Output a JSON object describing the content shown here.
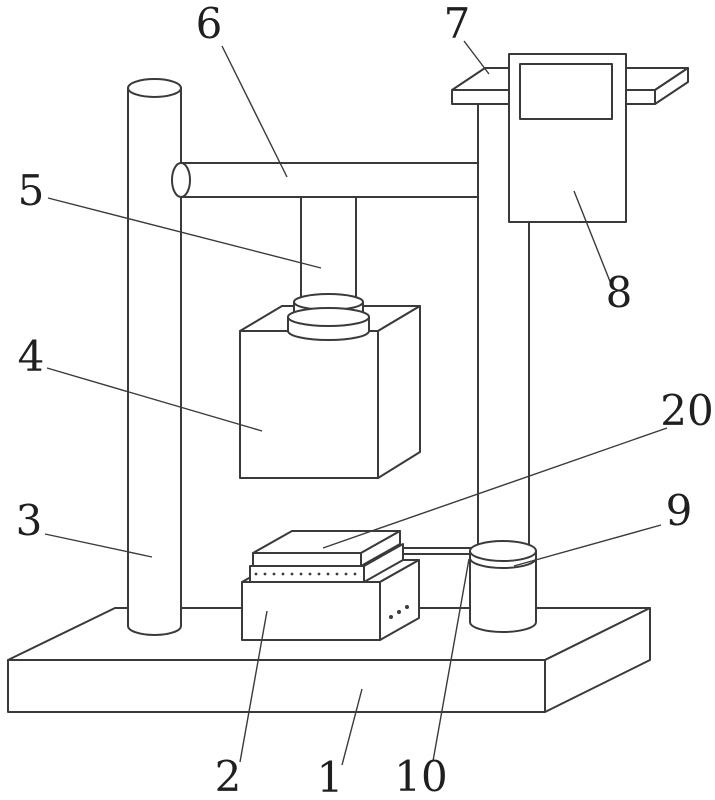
{
  "figure": {
    "type": "patent-line-drawing",
    "background": "#ffffff",
    "stroke_color": "#3a3a3a",
    "label_color": "#1f1f1f",
    "labels": {
      "l1": "1",
      "l2": "2",
      "l3": "3",
      "l4": "4",
      "l5": "5",
      "l6": "6",
      "l7": "7",
      "l8": "8",
      "l9": "9",
      "l10": "10",
      "l20": "20"
    }
  }
}
